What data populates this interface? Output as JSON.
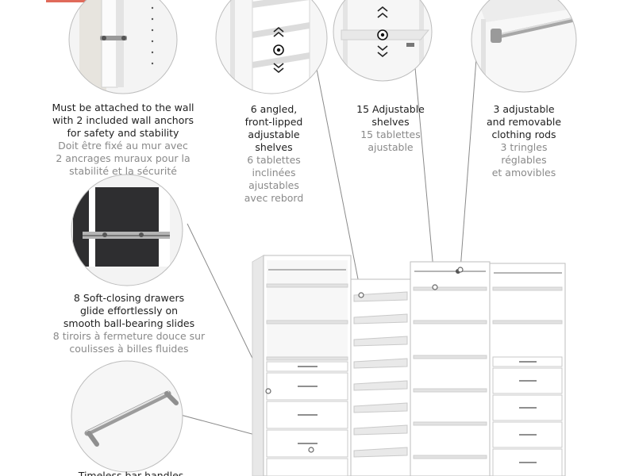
{
  "accent_color": "#e06a5a",
  "features": [
    {
      "id": "wall-anchors",
      "icon": "wall-bracket-detail",
      "en": [
        "Must be attached to the wall",
        "with 2 included wall anchors",
        "for safety and stability"
      ],
      "fr": [
        "Doit être fixé au mur avec",
        "2 ancrages muraux pour la",
        "stabilité et la sécurité"
      ]
    },
    {
      "id": "angled-shelves",
      "icon": "angled-shelves-detail",
      "en": [
        "6 angled,",
        "front-lipped",
        "adjustable",
        "shelves"
      ],
      "fr": [
        "6 tablettes",
        "inclinées",
        "ajustables",
        "avec rebord"
      ]
    },
    {
      "id": "adjustable-shelves",
      "icon": "adjustable-shelf-detail",
      "en": [
        "15 Adjustable",
        "shelves"
      ],
      "fr": [
        "15 tablettes",
        "ajustable"
      ]
    },
    {
      "id": "clothing-rods",
      "icon": "clothing-rod-detail",
      "en": [
        "3 adjustable",
        "and removable",
        "clothing rods"
      ],
      "fr": [
        "3 tringles",
        "réglables",
        "et amovibles"
      ]
    },
    {
      "id": "drawers",
      "icon": "drawer-slide-detail",
      "en": [
        "8 Soft-closing drawers",
        "glide effortlessly on",
        "smooth ball-bearing slides"
      ],
      "fr": [
        "8 tiroirs à fermeture douce sur",
        "coulisses à billes fluides"
      ]
    },
    {
      "id": "handles",
      "icon": "bar-handle-detail",
      "en": [
        "Timeless bar handles"
      ],
      "fr": []
    }
  ]
}
